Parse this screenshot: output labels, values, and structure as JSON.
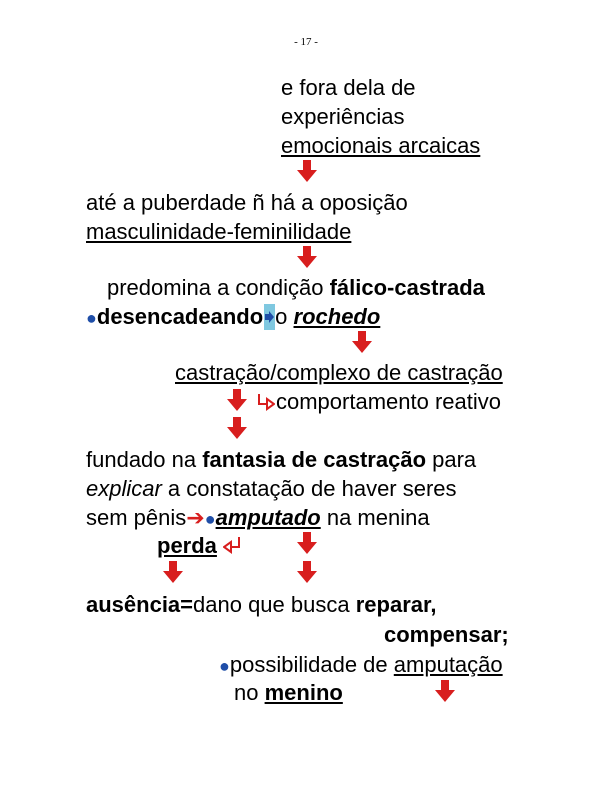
{
  "page_number": "- 17 -",
  "lines": {
    "l1": "e fora dela de",
    "l2": "experiências",
    "l3": "emocionais arcaicas",
    "l4": "até a puberdade ñ há a oposição",
    "l5": "masculinidade-feminilidade",
    "l6_pre": "predomina a condição ",
    "l6_bold": "fálico-castrada",
    "l7_bold": "desencadeando",
    "l7_o": "o ",
    "l7_ital": "rochedo",
    "l8": "castração/complexo de castração",
    "l9": "comportamento reativo",
    "l10_pre": "fundado na ",
    "l10_bold": "fantasia de castração",
    "l10_post": " para",
    "l11_ital": "explicar",
    "l11_post": " a constatação de haver seres",
    "l12_pre": "sem pênis",
    "l12_bold": "amputado",
    "l12_post": " na menina",
    "l13": "perda",
    "l14_bold": "ausência=",
    "l14_mid": "dano que busca ",
    "l14_bold2": "reparar,",
    "l15": "compensar;",
    "l16_pre": "possibilidade de ",
    "l16_u": "amputação",
    "l17_pre": "no ",
    "l17_bold": "menino"
  },
  "colors": {
    "arrow": "#d81e1e",
    "bullet": "#1f4ea8",
    "highlight": "#7fc8e0"
  },
  "icons": [
    "down-arrow-icon",
    "right-arrow-icon",
    "hook-arrow-icon",
    "bullet-icon"
  ]
}
